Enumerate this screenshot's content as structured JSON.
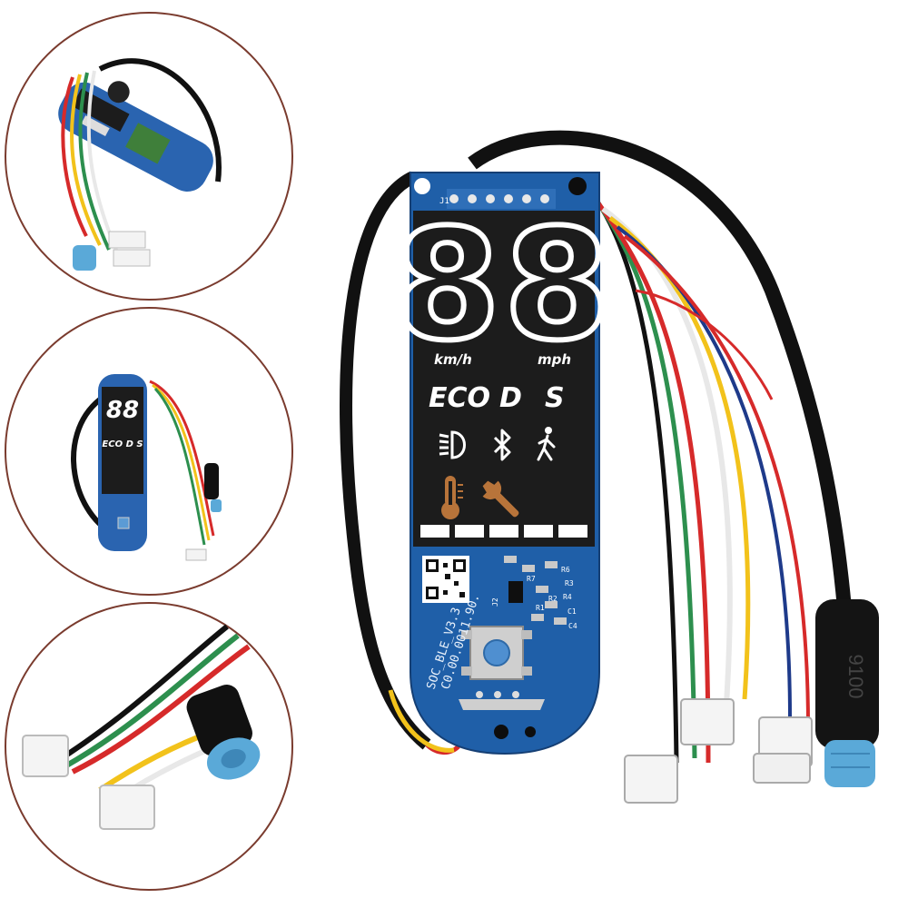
{
  "display": {
    "speed_digits": "88",
    "unit_kmh": "km/h",
    "unit_mph": "mph",
    "mode_eco": "ECO",
    "mode_d": "D",
    "mode_s": "S"
  },
  "board": {
    "label_line1": "SOC_BLE_V3.3",
    "label_line2": "C0.00.0011.90.",
    "connector_ref": "J1",
    "connector_ref2": "J2",
    "components": [
      "R6",
      "R3",
      "R4",
      "R2",
      "R1",
      "C1",
      "C4",
      "R7"
    ]
  },
  "cable": {
    "plug_text": "9100"
  },
  "colors": {
    "pcb_blue": "#1f5fa8",
    "display_black": "#1c1c1c",
    "plug_blue": "#5aa9d8",
    "wire_red": "#d62a2a",
    "wire_yellow": "#f2c21b",
    "wire_green": "#2d8f4e",
    "wire_white": "#e8e8e8",
    "wire_black": "#111111"
  },
  "icons": [
    "headlight-icon",
    "bluetooth-icon",
    "walking-person-icon",
    "thermometer-icon",
    "wrench-icon"
  ]
}
